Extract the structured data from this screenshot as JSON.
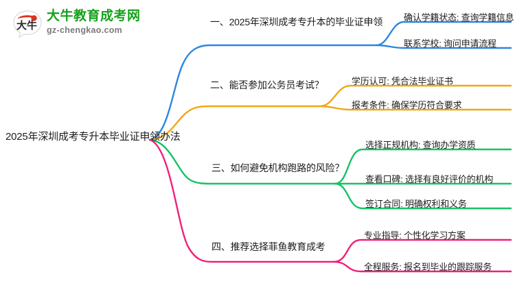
{
  "logo": {
    "mark_text": "大牛",
    "title": "大牛教育成考网",
    "subtitle": "gz-chengkao.com",
    "title_color": "#17a01c",
    "mark_color": "#e03020"
  },
  "mindmap": {
    "root": {
      "label": "2025年深圳成考专升本毕业证申领办法"
    },
    "branches": [
      {
        "label": "一、2025年深圳成考专升本的毕业证申领",
        "color": "#2b86e0",
        "children": [
          {
            "label": "确认学籍状态: 查询学籍信息"
          },
          {
            "label": "联系学校: 询问申请流程"
          }
        ]
      },
      {
        "label": "二、能否参加公务员考试？",
        "color": "#f0a714",
        "children": [
          {
            "label": "学历认可: 凭合法毕业证书"
          },
          {
            "label": "报考条件: 确保学历符合要求"
          }
        ]
      },
      {
        "label": "三、如何避免机构跑路的风险？",
        "color": "#16c264",
        "children": [
          {
            "label": "选择正规机构: 查询办学资质"
          },
          {
            "label": "查看口碑: 选择有良好评价的机构"
          },
          {
            "label": "签订合同: 明确权利和义务"
          }
        ]
      },
      {
        "label": "四、推荐选择菲鱼教育成考",
        "color": "#f01f7a",
        "children": [
          {
            "label": "专业指导: 个性化学习方案"
          },
          {
            "label": "全程服务: 报名到毕业的跟踪服务"
          }
        ]
      }
    ]
  }
}
